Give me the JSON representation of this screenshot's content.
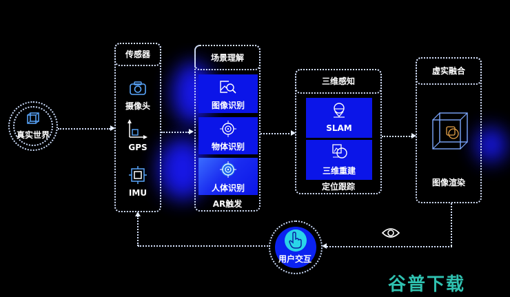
{
  "real_world": {
    "label": "真实世界",
    "icon": "cube-icon"
  },
  "sensors": {
    "title": "传感器",
    "items": [
      {
        "label": "摄像头",
        "icon": "camera-icon"
      },
      {
        "label": "GPS",
        "icon": "axes-icon"
      },
      {
        "label": "IMU",
        "icon": "crosshair-square-icon"
      }
    ]
  },
  "scene_understanding": {
    "title": "场景理解",
    "items": [
      {
        "label": "图像识别",
        "icon": "image-search-icon"
      },
      {
        "label": "物体识别",
        "icon": "target-icon"
      },
      {
        "label": "人体识别",
        "icon": "target-icon"
      }
    ],
    "footer": "AR触发"
  },
  "3d_perception": {
    "title": "三维感知",
    "items": [
      {
        "label": "SLAM",
        "icon": "map-pin-icon"
      },
      {
        "label": "三维重建",
        "icon": "reconstruction-icon"
      }
    ],
    "footer": "定位跟踪"
  },
  "fusion": {
    "title": "虚实融合",
    "icon": "cube-render-icon",
    "label": "图像渲染"
  },
  "interaction": {
    "label": "用户交互",
    "icon": "hand-pointer-icon"
  },
  "eye_icon": "eye-icon",
  "watermark": "谷普下载",
  "colors": {
    "background": "#000000",
    "tile_blue": "#0b15e8",
    "line": "#d8e4ff",
    "watermark": "#2fc1b0",
    "hand_circle": "#2ad4e8",
    "render_accent": "#e8a44a"
  }
}
